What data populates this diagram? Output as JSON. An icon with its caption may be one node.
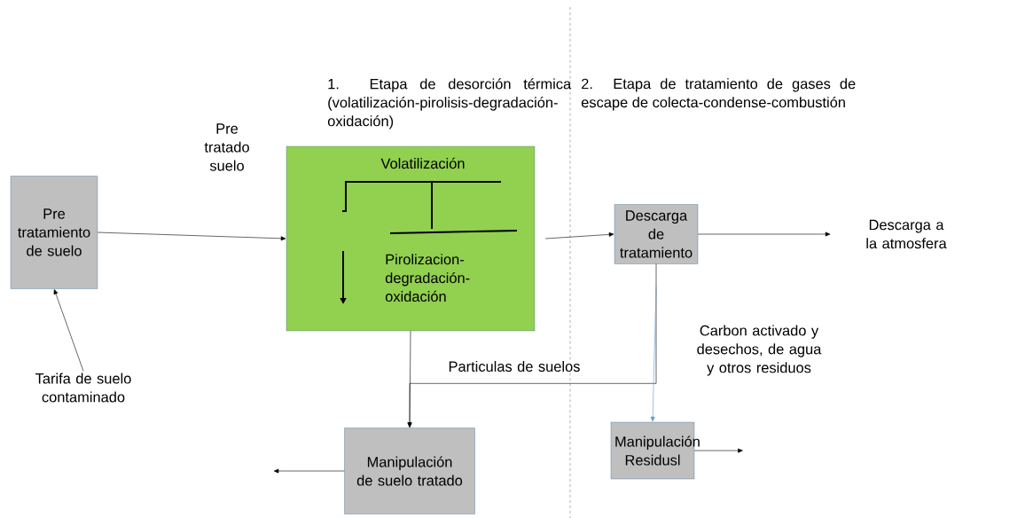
{
  "diagram": {
    "nodes": [
      {
        "text": [
          "Pre tratamiento de suelo"
        ]
      },
      {
        "text": [
          "Volatilización",
          "Pirolizacion-degradación-oxidación"
        ]
      },
      {
        "text": [
          "Descarga de tratamiento"
        ]
      },
      {
        "text": [
          "Manipulación de suelo tratado"
        ]
      },
      {
        "text": [
          "Manipulación Residusl"
        ]
      },
      {
        "text": [
          "Tarifa de suelo contaminado"
        ]
      },
      {
        "text": [
          "Descarga a la atmosfera"
        ]
      }
    ],
    "edges": [
      {
        "from": 5,
        "to": 0,
        "arrow": "to"
      },
      {
        "from": 0,
        "to": 1,
        "arrow": "to",
        "label": "Pre tratado suelo"
      },
      {
        "from": 1,
        "to": 2,
        "arrow": "to"
      },
      {
        "from": 2,
        "to": 6,
        "arrow": "to"
      },
      {
        "from": 1,
        "to": 3,
        "arrow": "to"
      },
      {
        "from": 2,
        "to": 3,
        "arrow": "to",
        "label": "Particulas de suelos"
      },
      {
        "from": 2,
        "to": 4,
        "arrow": "to",
        "color": "#5b9bd5",
        "label": "Carbon activado y desechos, de agua y otros residuos"
      },
      {
        "from": 3,
        "to": null,
        "arrow": "to"
      },
      {
        "from": 4,
        "to": null,
        "arrow": "to"
      }
    ],
    "labels": [
      "1. Etapa de desorción térmica (volatilización-pirolisis-degradación-oxidación)",
      "2. Etapa de tratamiento de gases de escape de colecta-condense-combustión"
    ]
  }
}
